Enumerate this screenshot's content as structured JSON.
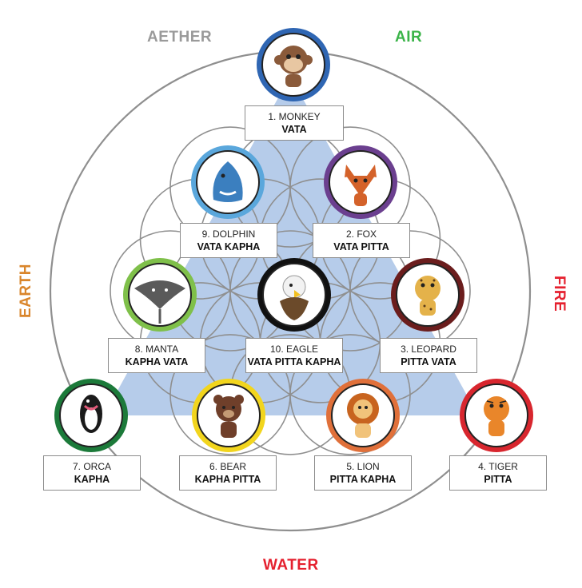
{
  "elements": {
    "aether": "AETHER",
    "air": "AIR",
    "earth": "EARTH",
    "fire": "FIRE",
    "water": "WATER"
  },
  "animals": [
    {
      "name": "1. MONKEY",
      "dosha": "VATA",
      "ring_color": "#2f66b3",
      "icon": "monkey-icon"
    },
    {
      "name": "2. FOX",
      "dosha": "VATA PITTA",
      "ring_color": "#6b3f8f",
      "icon": "fox-icon"
    },
    {
      "name": "3. LEOPARD",
      "dosha": "PITTA VATA",
      "ring_color": "#6b1d1d",
      "icon": "leopard-icon"
    },
    {
      "name": "4. TIGER",
      "dosha": "PITTA",
      "ring_color": "#d8262e",
      "icon": "tiger-icon"
    },
    {
      "name": "5. LION",
      "dosha": "PITTA KAPHA",
      "ring_color": "#e0703a",
      "icon": "lion-icon"
    },
    {
      "name": "6. BEAR",
      "dosha": "KAPHA PITTA",
      "ring_color": "#f2d51d",
      "icon": "bear-icon"
    },
    {
      "name": "7. ORCA",
      "dosha": "KAPHA",
      "ring_color": "#1c7a3a",
      "icon": "orca-icon"
    },
    {
      "name": "8. MANTA",
      "dosha": "KAPHA VATA",
      "ring_color": "#7fc04a",
      "icon": "manta-icon"
    },
    {
      "name": "9. DOLPHIN",
      "dosha": "VATA KAPHA",
      "ring_color": "#5aa7dc",
      "icon": "dolphin-icon"
    },
    {
      "name": "10. EAGLE",
      "dosha": "VATA PITTA KAPHA",
      "ring_color": "#111111",
      "icon": "eagle-icon"
    }
  ],
  "colors": {
    "triangle": "#a9c3e6",
    "lines": "#8f8f8f"
  }
}
